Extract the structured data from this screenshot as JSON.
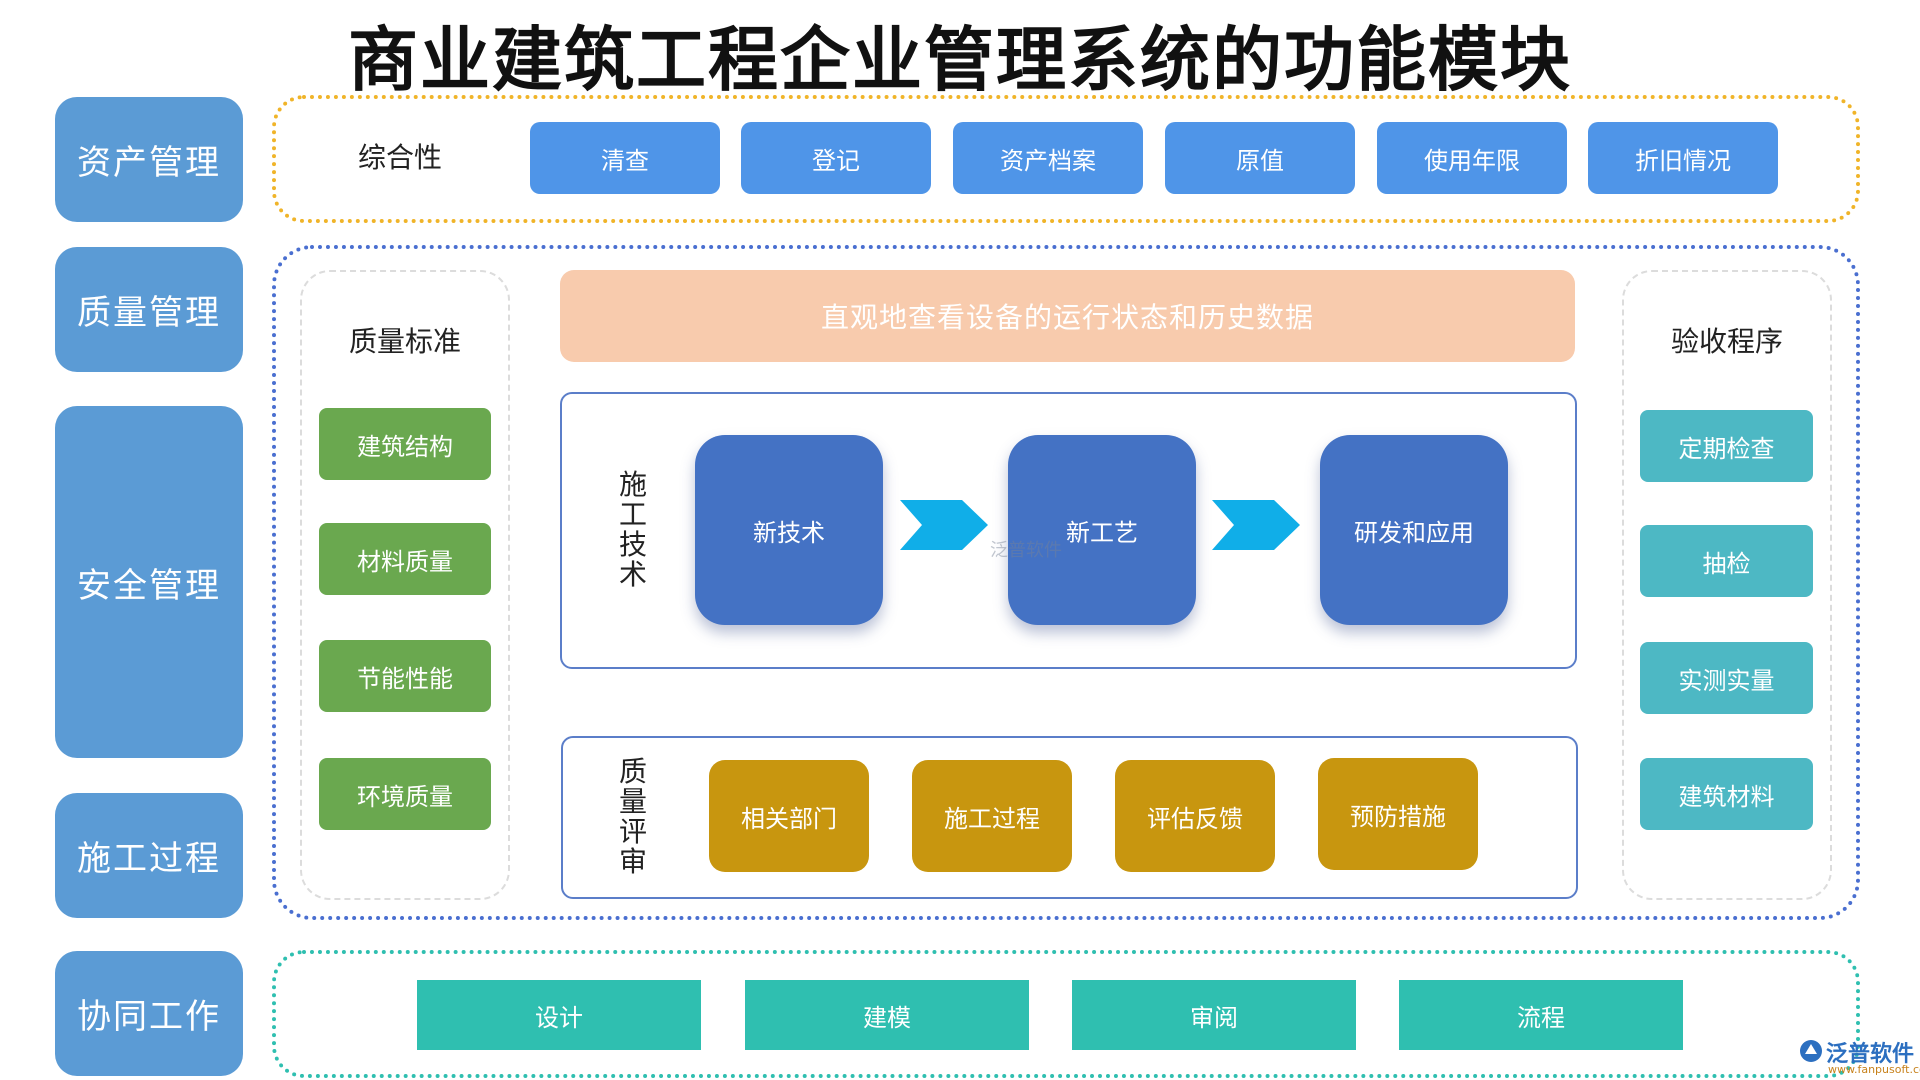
{
  "title": "商业建筑工程企业管理系统的功能模块",
  "sidebar": [
    "资产管理",
    "质量管理",
    "安全管理",
    "施工过程",
    "协同工作"
  ],
  "asset": {
    "label": "综合性",
    "items": [
      "清查",
      "登记",
      "资产档案",
      "原值",
      "使用年限",
      "折旧情况"
    ]
  },
  "quality_standard": {
    "heading": "质量标准",
    "items": [
      "建筑结构",
      "材料质量",
      "节能性能",
      "环境质量"
    ]
  },
  "banner": "直观地查看设备的运行状态和历史数据",
  "construction_tech": {
    "label": "施工技术",
    "items": [
      "新技术",
      "新工艺",
      "研发和应用"
    ]
  },
  "quality_review": {
    "label": "质量评审",
    "items": [
      "相关部门",
      "施工过程",
      "评估反馈",
      "预防措施"
    ]
  },
  "acceptance": {
    "heading": "验收程序",
    "items": [
      "定期检查",
      "抽检",
      "实测实量",
      "建筑材料"
    ]
  },
  "collab": {
    "items": [
      "设计",
      "建模",
      "审阅",
      "流程"
    ]
  },
  "watermark": "泛普软件",
  "logo": {
    "name": "泛普软件",
    "url": "www.fanpusoft.com"
  },
  "colors": {
    "asset_border": "#f0b429",
    "mid_border": "#4a6fd0",
    "collab_border": "#2fbfb0",
    "banner": "#f8cbad"
  }
}
